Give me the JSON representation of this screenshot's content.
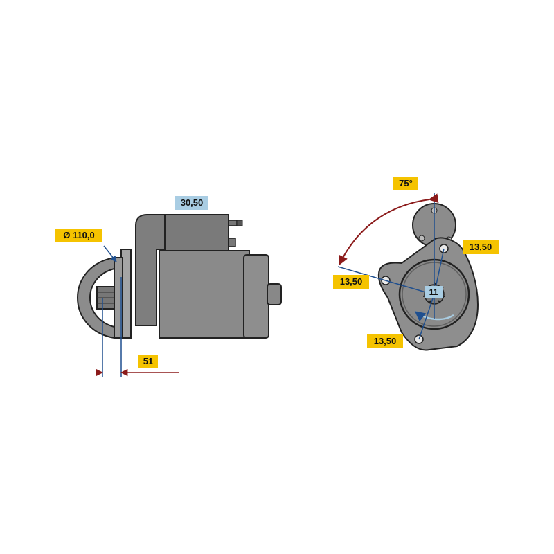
{
  "labels": {
    "pilot_diameter": "Ø 110,0",
    "terminal_height": "30,50",
    "flange_to_pinion": "51",
    "mount_angle": "75°",
    "hole_right": "13,50",
    "hole_left": "13,50",
    "hole_bottom": "13,50",
    "pinion_teeth": "11"
  },
  "colors": {
    "body": "#8a8a8a",
    "body_dark": "#6f6f6f",
    "flange": "#a5a5a5",
    "dimension_line": "#1f4f8f",
    "angle_arrow": "#8b1a1a",
    "label_yellow": "#f5c300",
    "label_blue": "#a9cde3"
  }
}
